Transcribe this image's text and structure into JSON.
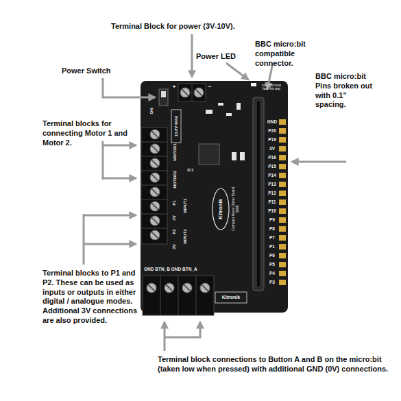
{
  "diagram": {
    "labels": [
      "Terminal Block for power (3V-10V).",
      "Power LED",
      "BBC micro:bit compatible connector.",
      "Power Switch",
      "BBC micro:bit Pins broken out with 0.1” spacing.",
      "Terminal blocks for connecting Motor 1 and Motor 2.",
      "Terminal blocks to P1 and P2. These can be used as inputs or outputs in either digital / analogue modes. Additional 3V connections are also provided.",
      "Terminal block connections to Button A and B on the micro:bit (taken low when pressed) with additional GND (0V) connections.",
      "ON",
      "+",
      "−",
      "10.0V MAX",
      "MOTOR1",
      "MOTOR2",
      "INPUT1",
      "P1",
      "3V",
      "INPUT2",
      "P2",
      "3V",
      "GND BTN_B GND BTN_A",
      "Kitronik",
      "Compact Motor Driver Board 5698",
      "IC1",
      "micro:bit must face this way",
      "Kitronik",
      "GND",
      "P20",
      "P19",
      "3V",
      "P16",
      "P15",
      "P14",
      "P13",
      "P12",
      "P11",
      "P10",
      "P9",
      "P8",
      "P7",
      "P1",
      "P6",
      "P5",
      "P4",
      "P3"
    ]
  }
}
